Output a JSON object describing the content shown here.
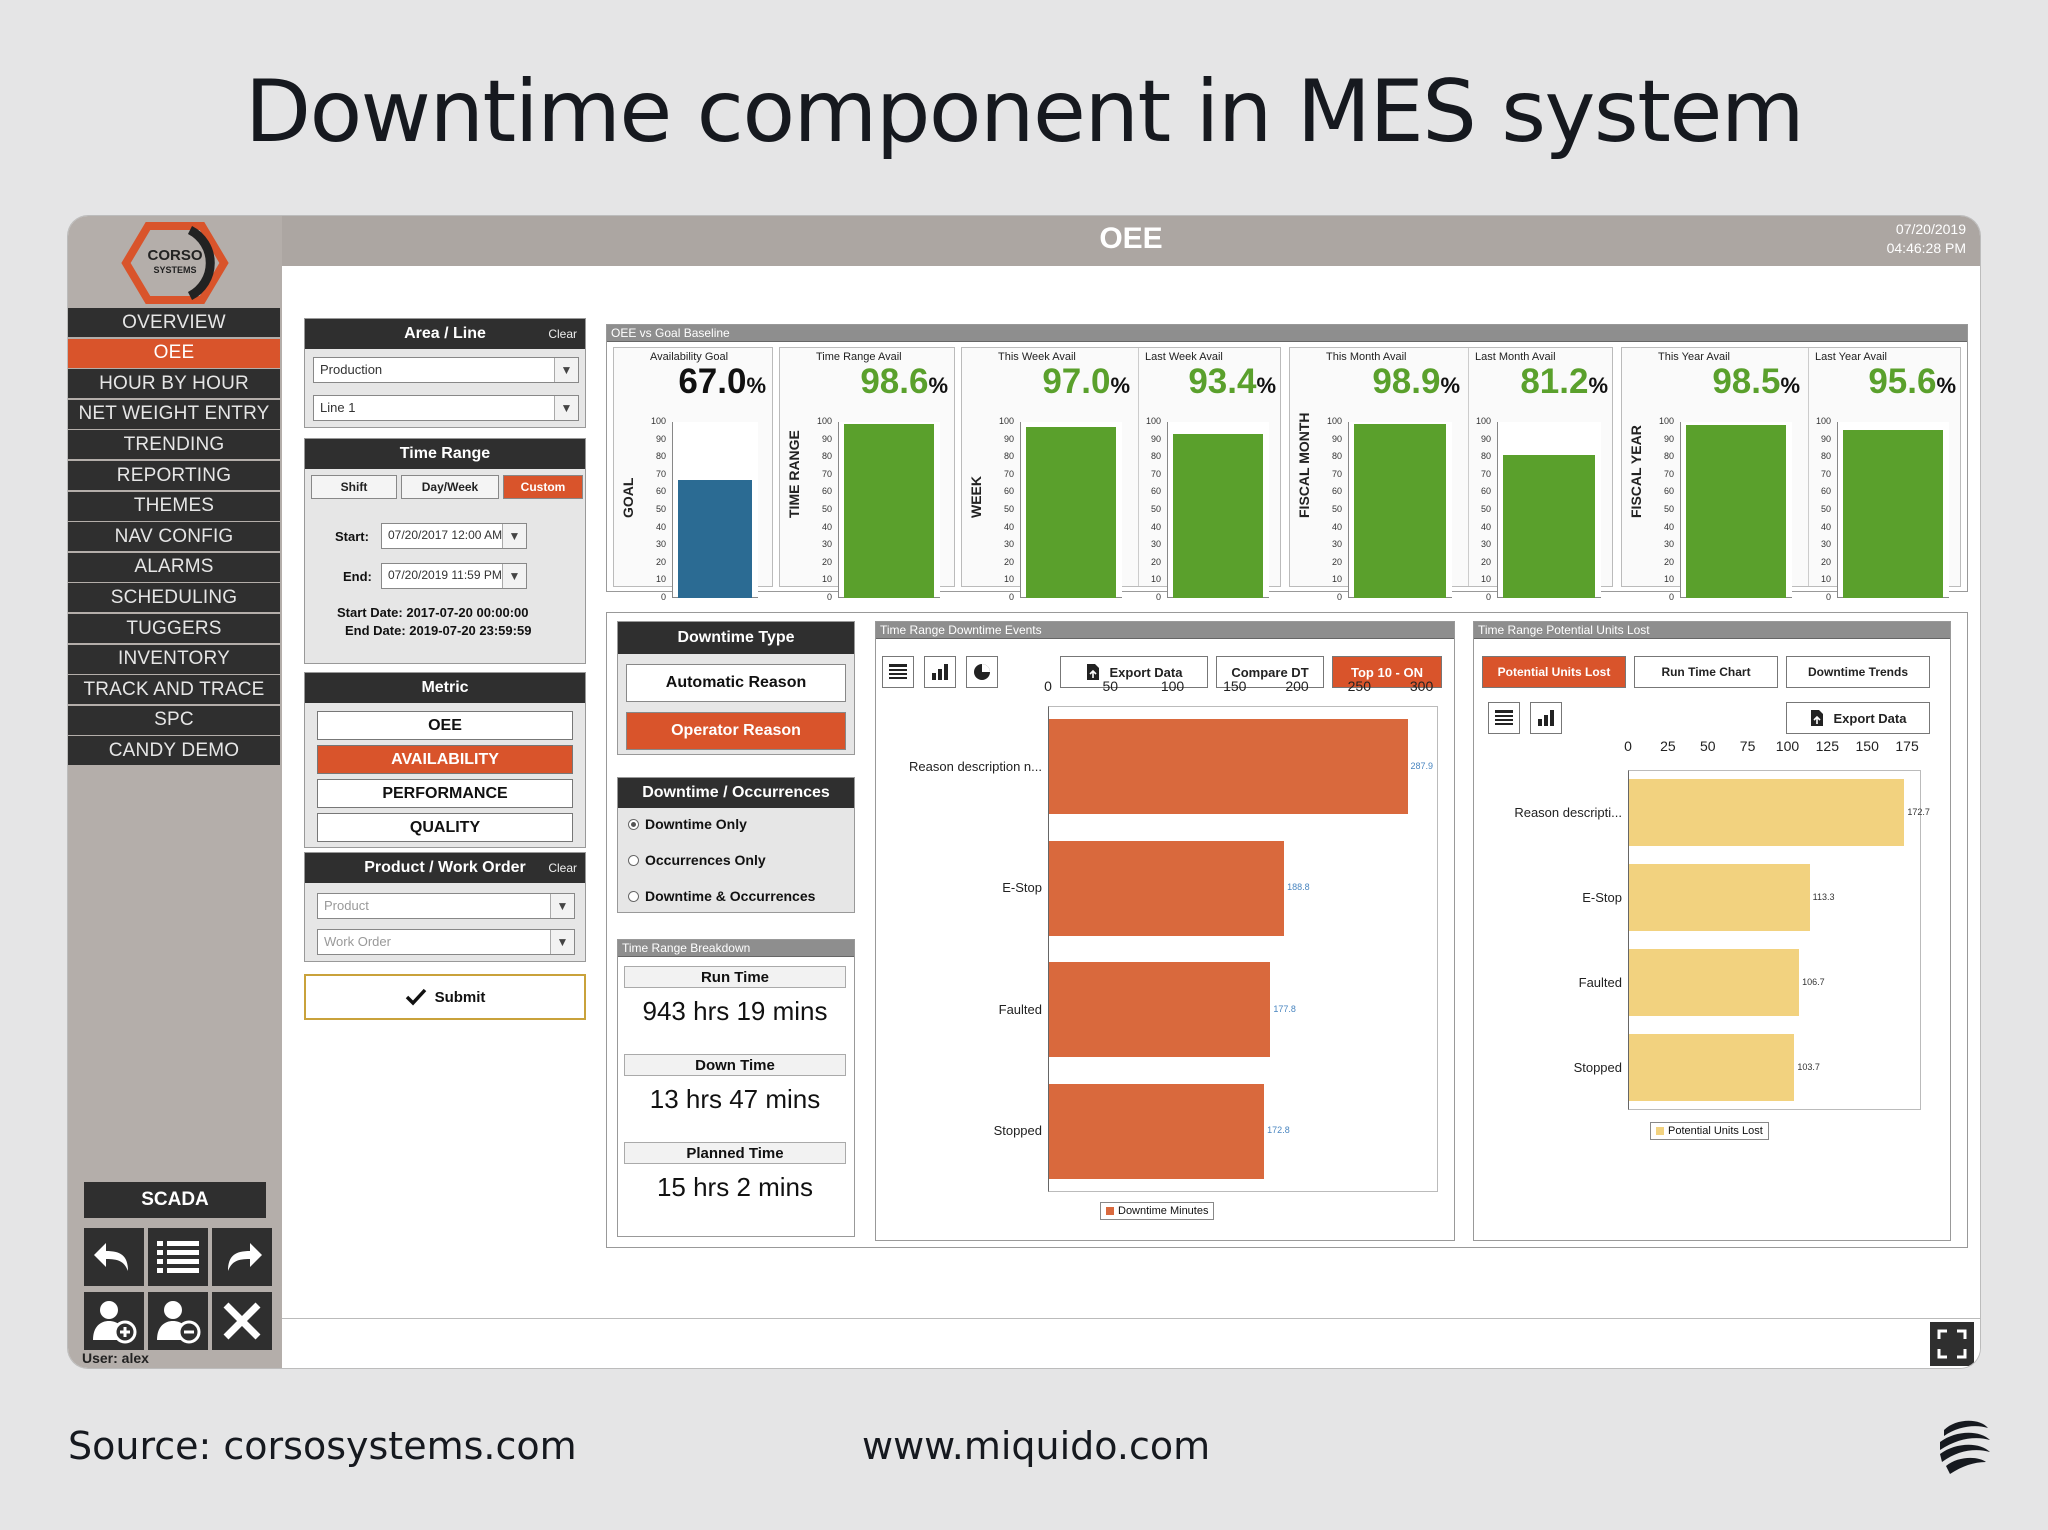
{
  "headline": "Downtime component in MES system",
  "footer": {
    "source": "Source: corsosystems.com",
    "url": "www.miquido.com"
  },
  "logo": {
    "line1": "CORSO",
    "line2": "SYSTEMS"
  },
  "nav": {
    "items": [
      "OVERVIEW",
      "OEE",
      "HOUR BY HOUR",
      "NET WEIGHT ENTRY",
      "TRENDING",
      "REPORTING",
      "THEMES",
      "NAV CONFIG",
      "ALARMS",
      "SCHEDULING",
      "TUGGERS",
      "INVENTORY",
      "TRACK AND TRACE",
      "SPC",
      "CANDY DEMO"
    ],
    "active": "OEE",
    "scada": "SCADA",
    "tools": [
      "back-icon",
      "list-icon",
      "forward-icon",
      "add-user-icon",
      "remove-user-icon",
      "close-icon"
    ],
    "user": "User: alex"
  },
  "topbar": {
    "title": "OEE",
    "date": "07/20/2019",
    "time": "04:46:28 PM"
  },
  "area_line": {
    "title": "Area / Line",
    "clear": "Clear",
    "area_value": "Production",
    "line_value": "Line 1"
  },
  "time_range": {
    "title": "Time Range",
    "tabs": [
      "Shift",
      "Day/Week",
      "Custom"
    ],
    "active_tab": "Custom",
    "start_label": "Start:",
    "start_value": "07/20/2017 12:00 AM",
    "end_label": "End:",
    "end_value": "07/20/2019 11:59 PM",
    "start_date": "Start Date: 2017-07-20 00:00:00",
    "end_date": "End Date: 2019-07-20 23:59:59"
  },
  "metric": {
    "title": "Metric",
    "options": [
      "OEE",
      "AVAILABILITY",
      "PERFORMANCE",
      "QUALITY"
    ],
    "active": "AVAILABILITY"
  },
  "product_wo": {
    "title": "Product / Work Order",
    "clear": "Clear",
    "product_placeholder": "Product",
    "wo_placeholder": "Work Order"
  },
  "submit_label": "Submit",
  "oee_baseline": {
    "title": "OEE vs Goal Baseline",
    "y_ticks": [
      "100",
      "90",
      "80",
      "70",
      "60",
      "50",
      "40",
      "30",
      "20",
      "10",
      "0"
    ],
    "groups": [
      {
        "label": "GOAL",
        "gauges": [
          {
            "caption": "Availability Goal",
            "value": "67.0",
            "pct": 67.0,
            "color": "#2b6b93",
            "value_color": "#111111"
          }
        ]
      },
      {
        "label": "TIME RANGE",
        "gauges": [
          {
            "caption": "Time Range Avail",
            "value": "98.6",
            "pct": 98.6,
            "color": "#5aa02c",
            "value_color": "#5aa02c"
          }
        ]
      },
      {
        "label": "WEEK",
        "gauges": [
          {
            "caption": "This Week Avail",
            "value": "97.0",
            "pct": 97.0,
            "color": "#5aa02c",
            "value_color": "#5aa02c"
          },
          {
            "caption": "Last Week Avail",
            "value": "93.4",
            "pct": 93.4,
            "color": "#5aa02c",
            "value_color": "#5aa02c"
          }
        ]
      },
      {
        "label": "FISCAL MONTH",
        "gauges": [
          {
            "caption": "This Month Avail",
            "value": "98.9",
            "pct": 98.9,
            "color": "#5aa02c",
            "value_color": "#5aa02c"
          },
          {
            "caption": "Last Month Avail",
            "value": "81.2",
            "pct": 81.2,
            "color": "#5aa02c",
            "value_color": "#5aa02c"
          }
        ]
      },
      {
        "label": "FISCAL YEAR",
        "gauges": [
          {
            "caption": "This Year Avail",
            "value": "98.5",
            "pct": 98.5,
            "color": "#5aa02c",
            "value_color": "#5aa02c"
          },
          {
            "caption": "Last Year Avail",
            "value": "95.6",
            "pct": 95.6,
            "color": "#5aa02c",
            "value_color": "#5aa02c"
          }
        ]
      }
    ],
    "pct_sign": "%"
  },
  "downtime_type": {
    "title": "Downtime Type",
    "options": [
      "Automatic Reason",
      "Operator Reason"
    ],
    "active": "Operator Reason"
  },
  "occurrences": {
    "title": "Downtime / Occurrences",
    "options": [
      "Downtime Only",
      "Occurrences Only",
      "Downtime & Occurrences"
    ],
    "selected": "Downtime Only"
  },
  "breakdown": {
    "title": "Time Range Breakdown",
    "items": [
      {
        "label": "Run Time",
        "value": "943 hrs 19 mins"
      },
      {
        "label": "Down Time",
        "value": "13 hrs 47 mins"
      },
      {
        "label": "Planned Time",
        "value": "15 hrs 2 mins"
      }
    ]
  },
  "events_panel": {
    "title": "Time Range Downtime Events",
    "buttons": [
      "Export Data",
      "Compare DT",
      "Top 10 - ON"
    ],
    "icons": [
      "table-icon",
      "bar-chart-icon",
      "pie-chart-icon"
    ]
  },
  "units_panel": {
    "title": "Time Range Potential Units Lost",
    "buttons": [
      "Potential Units Lost",
      "Run Time Chart",
      "Downtime Trends"
    ],
    "export": "Export Data",
    "icons": [
      "table-icon",
      "bar-chart-icon"
    ]
  },
  "chart_data": [
    {
      "type": "bar",
      "orientation": "horizontal",
      "categories": [
        "Reason description n...",
        "E-Stop",
        "Faulted",
        "Stopped"
      ],
      "series": [
        {
          "name": "Downtime Minutes",
          "values": [
            287.9,
            188.8,
            177.8,
            172.8
          ],
          "color": "#d9693d"
        }
      ],
      "x_ticks": [
        0,
        50,
        100,
        150,
        200,
        250,
        300
      ],
      "xlim": [
        0,
        318
      ],
      "legend": "bottom"
    },
    {
      "type": "bar",
      "orientation": "horizontal",
      "categories": [
        "Reason descripti...",
        "E-Stop",
        "Faulted",
        "Stopped"
      ],
      "series": [
        {
          "name": "Potential Units Lost",
          "values": [
            172.7,
            113.3,
            106.7,
            103.7
          ],
          "color": "#f2d27f"
        }
      ],
      "x_ticks": [
        0,
        25,
        50,
        75,
        100,
        125,
        150,
        175
      ],
      "xlim": [
        0,
        190
      ],
      "legend": "bottom"
    }
  ]
}
